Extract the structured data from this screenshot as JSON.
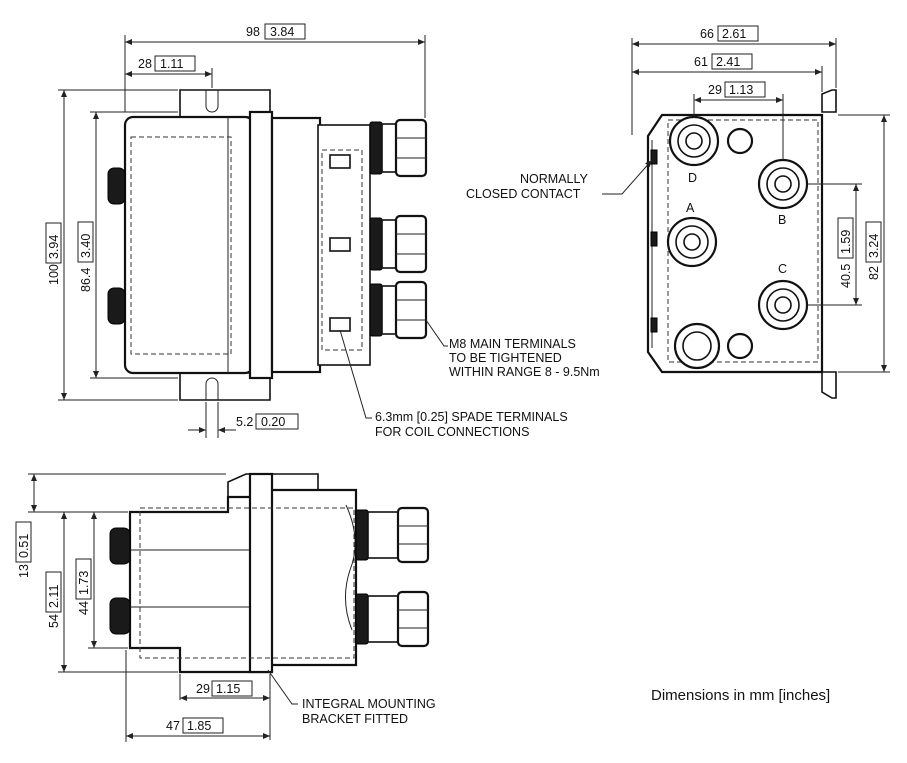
{
  "dims": {
    "top_width": "98",
    "top_width_in": "3.84",
    "top_offset": "28",
    "top_offset_in": "1.11",
    "height_total": "100",
    "height_total_in": "3.94",
    "height_inner": "86.4",
    "height_inner_in": "3.40",
    "slot_width": "5.2",
    "slot_width_in": "0.20",
    "end_width": "66",
    "end_width_in": "2.61",
    "end_width_inner": "61",
    "end_width_inner_in": "2.41",
    "terminal_spacing": "29",
    "terminal_spacing_in": "1.13",
    "terminal_vert": "40.5",
    "terminal_vert_in": "1.59",
    "end_height": "82",
    "end_height_in": "3.24",
    "side_top": "13",
    "side_top_in": "0.51",
    "side_height": "54",
    "side_height_in": "2.11",
    "side_inner": "44",
    "side_inner_in": "1.73",
    "bracket_width": "29",
    "bracket_width_in": "1.15",
    "bracket_total": "47",
    "bracket_total_in": "1.85"
  },
  "labels": {
    "terminal_a": "A",
    "terminal_b": "B",
    "terminal_c": "C",
    "terminal_d": "D",
    "nc_line1": "NORMALLY",
    "nc_line2": "CLOSED CONTACT",
    "m8_line1": "M8 MAIN TERMINALS",
    "m8_line2": "TO BE TIGHTENED",
    "m8_line3": "WITHIN RANGE 8 - 9.5Nm",
    "spade_line1": "6.3mm [0.25] SPADE TERMINALS",
    "spade_line2": "FOR COIL CONNECTIONS",
    "bracket_line1": "INTEGRAL MOUNTING",
    "bracket_line2": "BRACKET FITTED",
    "units_note": "Dimensions in mm [inches]"
  }
}
